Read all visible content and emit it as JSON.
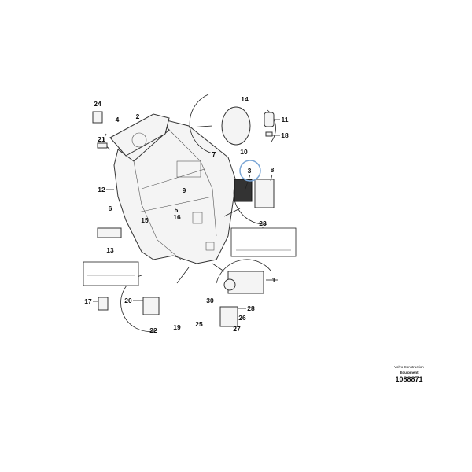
{
  "diagram": {
    "callouts": [
      "1",
      "2",
      "3",
      "4",
      "5",
      "6",
      "7",
      "8",
      "9",
      "10",
      "11",
      "12",
      "13",
      "14",
      "15",
      "16",
      "17",
      "18",
      "19",
      "20",
      "21",
      "22",
      "23",
      "24",
      "25",
      "26",
      "27",
      "28",
      "30"
    ],
    "highlighted_callout": "3",
    "highlight_color": "#7aa6d6"
  },
  "footer": {
    "line1": "Volvo Construction",
    "line2": "Equipment",
    "drawing_number": "1088871"
  }
}
